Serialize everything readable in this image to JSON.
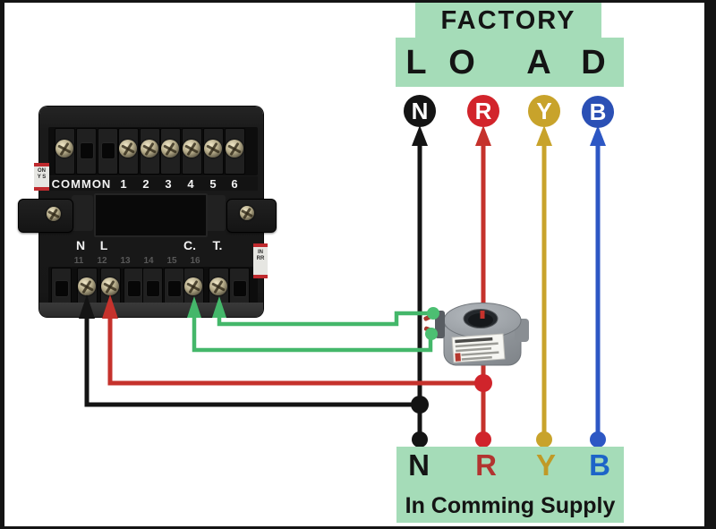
{
  "banners": {
    "factory": "FACTORY",
    "load_letters": [
      "L",
      "O",
      "A",
      "D"
    ],
    "incoming_caption": "In Comming Supply"
  },
  "load_phases": [
    {
      "label": "N",
      "color": "#141414"
    },
    {
      "label": "R",
      "color": "#d2242b"
    },
    {
      "label": "Y",
      "color": "#c8a32b"
    },
    {
      "label": "B",
      "color": "#2b50b5"
    }
  ],
  "incoming_phases": [
    {
      "label": "N",
      "color": "#141414"
    },
    {
      "label": "R",
      "color": "#b23430"
    },
    {
      "label": "Y",
      "color": "#c09a27"
    },
    {
      "label": "B",
      "color": "#1d64c8"
    }
  ],
  "meter": {
    "common_label": "COMMON",
    "output_terminals": [
      "1",
      "2",
      "3",
      "4",
      "5",
      "6"
    ],
    "neutral_label": "N",
    "line_label": "L",
    "ct_c_label": "C.",
    "ct_t_label": "T.",
    "terminal_numbers": [
      "11",
      "12",
      "13",
      "14",
      "15",
      "16"
    ],
    "left_sticker": [
      "ON",
      "Y S"
    ],
    "right_sticker": [
      "IN",
      "RR"
    ]
  },
  "colors": {
    "banner_green": "#a5dcb8",
    "wire_black": "#141414",
    "wire_red": "#c5322c",
    "wire_yellow": "#c8a32b",
    "wire_blue": "#2d57c4",
    "wire_green": "#44b76a"
  }
}
